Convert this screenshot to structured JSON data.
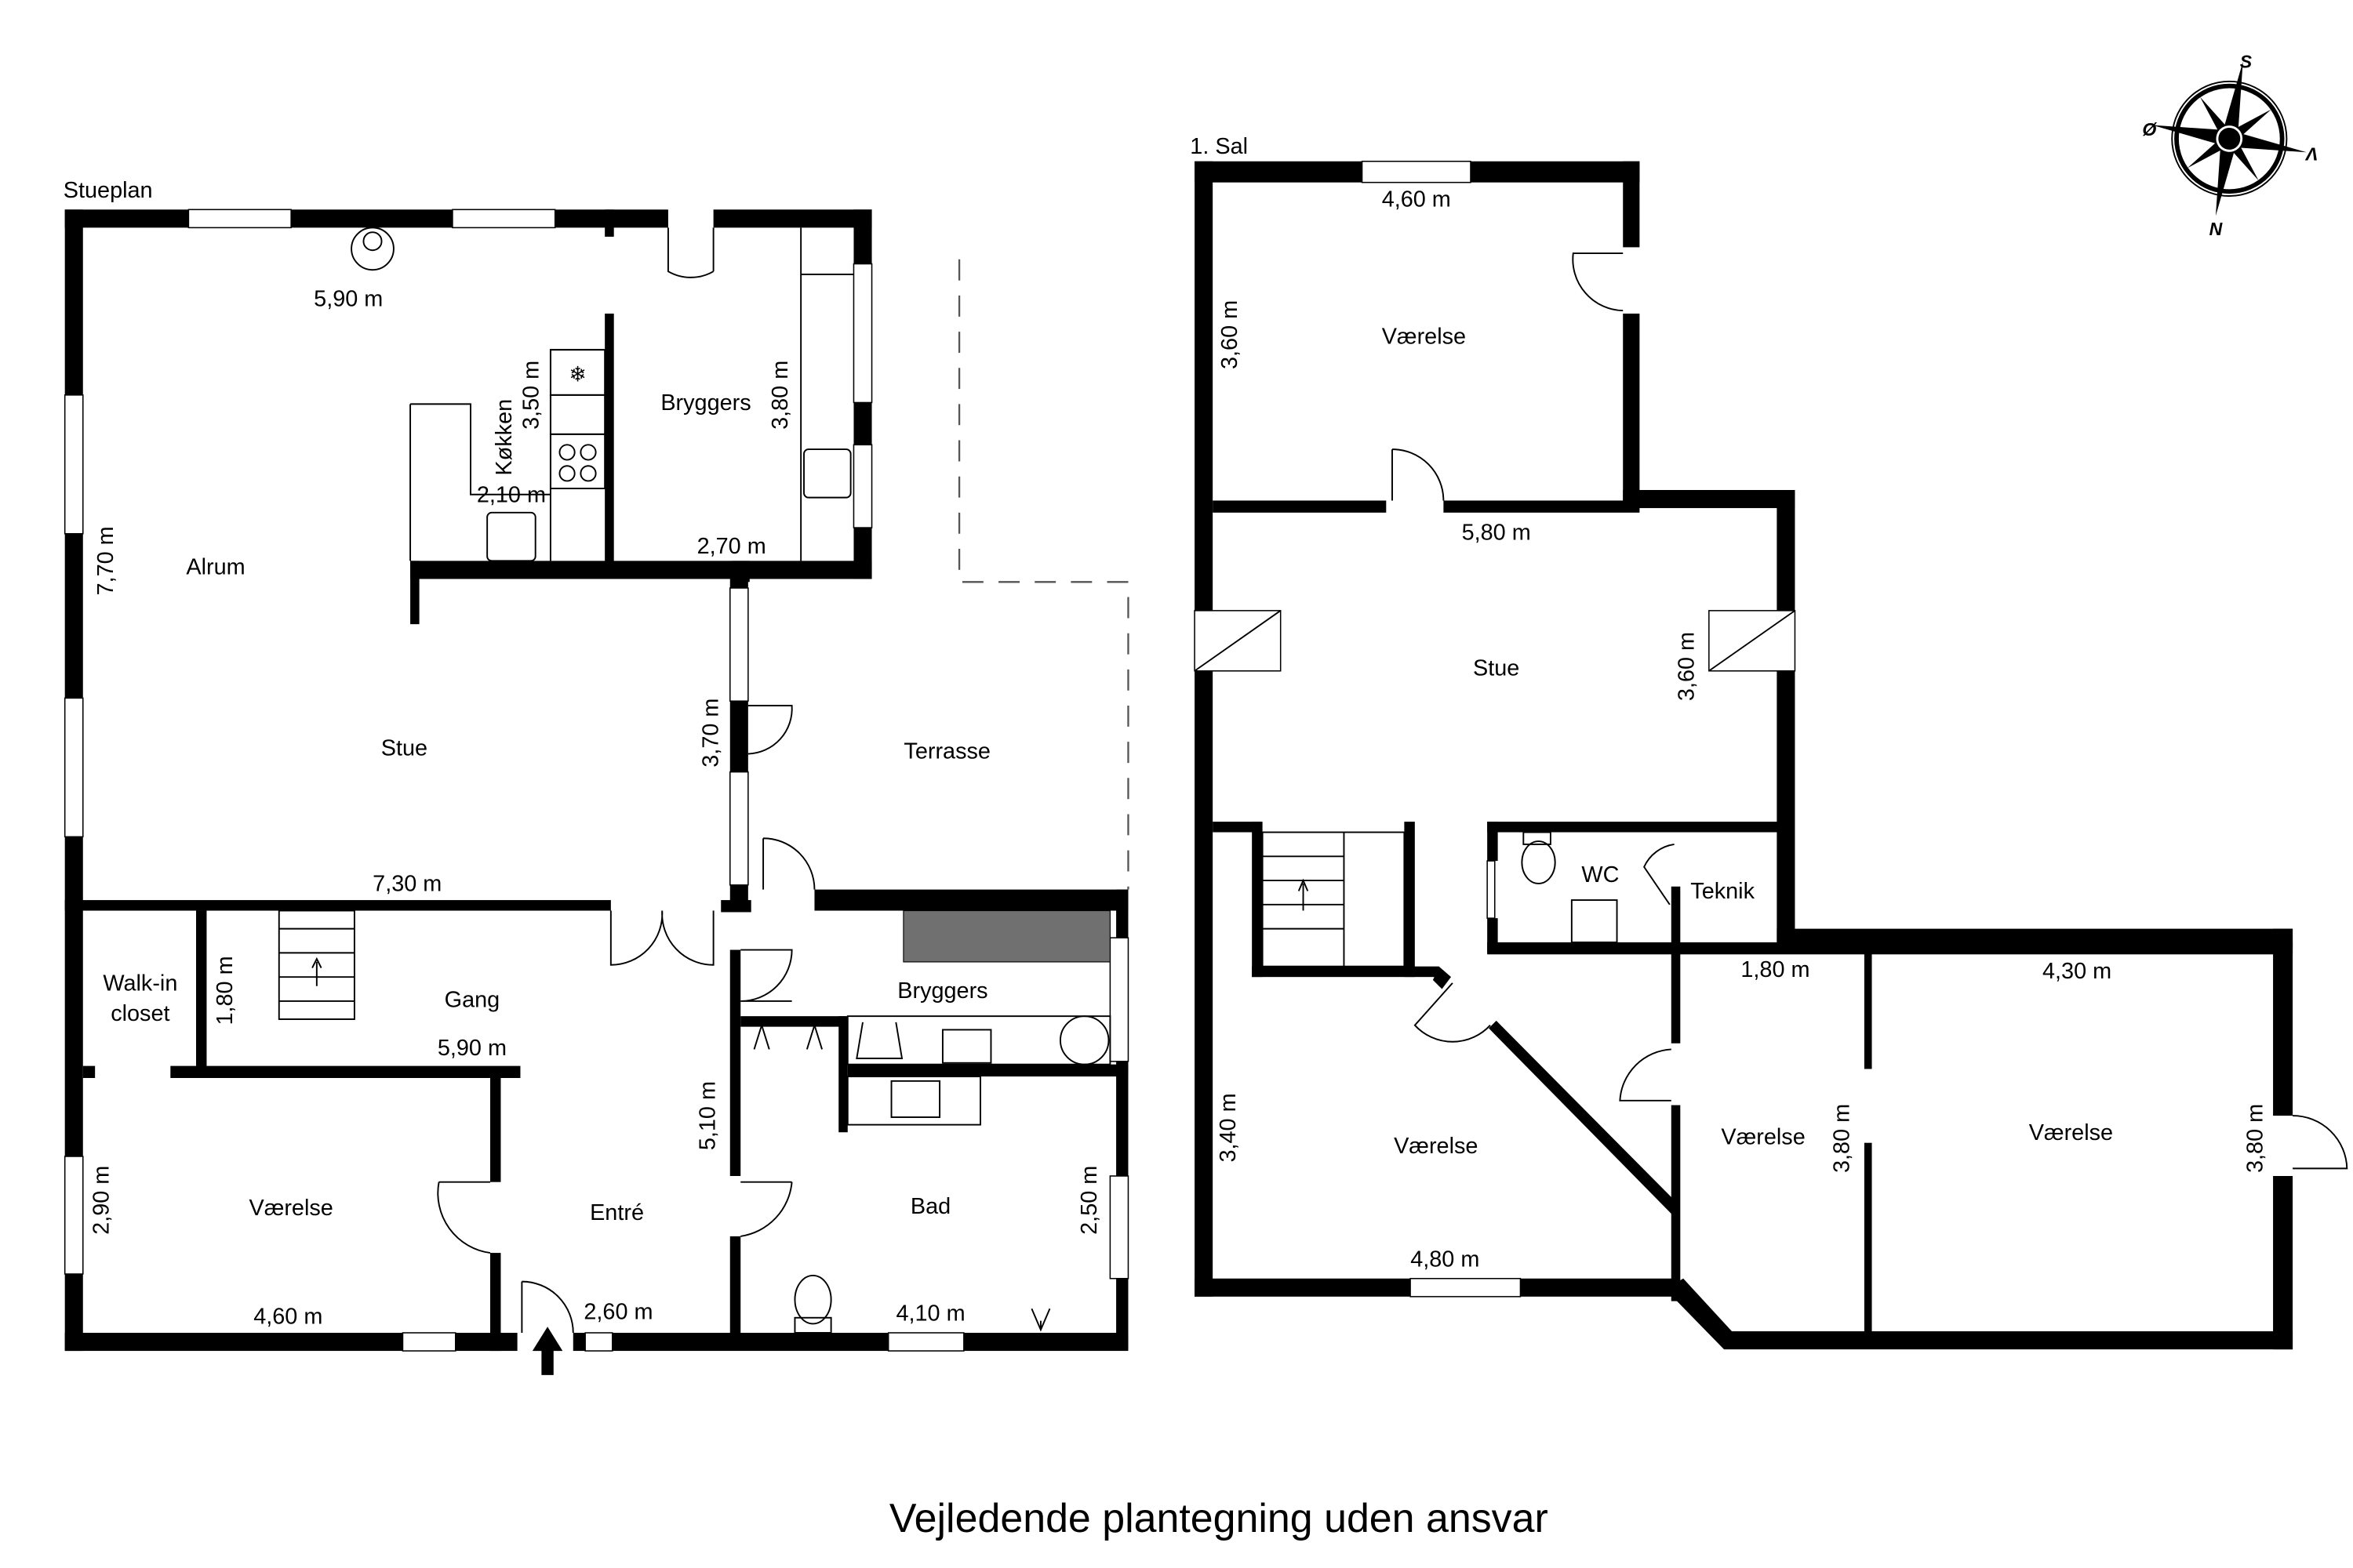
{
  "footer": "Vejledende plantegning uden ansvar",
  "compass": {
    "north": "N",
    "south": "S",
    "east": "Ø",
    "west": "V"
  },
  "ground_floor": {
    "title": "Stueplan",
    "rooms": {
      "alrum": "Alrum",
      "koekken": "Køkken",
      "bryggers_top": "Bryggers",
      "stue": "Stue",
      "terrasse": "Terrasse",
      "walkin_line1": "Walk-in",
      "walkin_line2": "closet",
      "gang": "Gang",
      "bryggers_bottom": "Bryggers",
      "vaerelse": "Værelse",
      "entre": "Entré",
      "bad": "Bad"
    },
    "dimensions": {
      "alrum_width": "5,90 m",
      "alrum_height": "7,70 m",
      "koekken_height": "3,50 m",
      "koekken_width": "2,10 m",
      "bryggers_height": "3,80 m",
      "bryggers_width": "2,70 m",
      "stue_width": "7,30 m",
      "terrasse_height": "3,70 m",
      "gang_height": "1,80 m",
      "gang_width": "5,90 m",
      "entre_height": "5,10 m",
      "vaerelse_height": "2,90 m",
      "vaerelse_width": "4,60 m",
      "entre_width": "2,60 m",
      "bad_width": "4,10 m",
      "bad_height": "2,50 m"
    }
  },
  "first_floor": {
    "title": "1. Sal",
    "rooms": {
      "vaerelse_top": "Værelse",
      "stue": "Stue",
      "wc": "WC",
      "teknik": "Teknik",
      "vaerelse_left": "Værelse",
      "vaerelse_mid": "Værelse",
      "vaerelse_right": "Værelse"
    },
    "dimensions": {
      "vaerelse_top_width": "4,60 m",
      "vaerelse_top_height": "3,60 m",
      "stue_width": "5,80 m",
      "stue_height": "3,60 m",
      "vaerelse_left_height": "3,40 m",
      "vaerelse_left_width": "4,80 m",
      "vaerelse_mid_width": "1,80 m",
      "vaerelse_mid_height": "3,80 m",
      "vaerelse_right_width": "4,30 m",
      "vaerelse_right_height": "3,80 m"
    }
  }
}
